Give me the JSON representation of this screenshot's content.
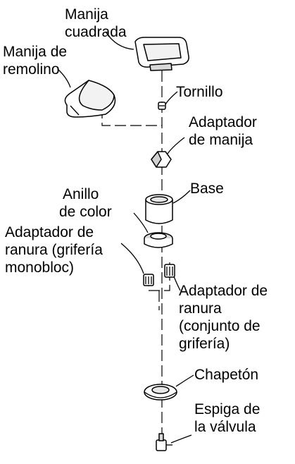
{
  "labels": {
    "square_handle": [
      "Manija",
      "cuadrada"
    ],
    "whirl_handle": [
      "Manija de",
      "remolino"
    ],
    "screw": [
      "Tornillo"
    ],
    "handle_adapter": [
      "Adaptador",
      "de manija"
    ],
    "color_ring": [
      "Anillo",
      "de color"
    ],
    "base": [
      "Base"
    ],
    "spline_adapter_monobloc": [
      "Adaptador de",
      "ranura (grifería",
      "monobloc)"
    ],
    "spline_adapter_set": [
      "Adaptador de",
      "ranura",
      "(conjunto de",
      "grifería)"
    ],
    "escutcheon": [
      "Chapetón"
    ],
    "valve_stem": [
      "Espiga de",
      "la válvula"
    ]
  }
}
